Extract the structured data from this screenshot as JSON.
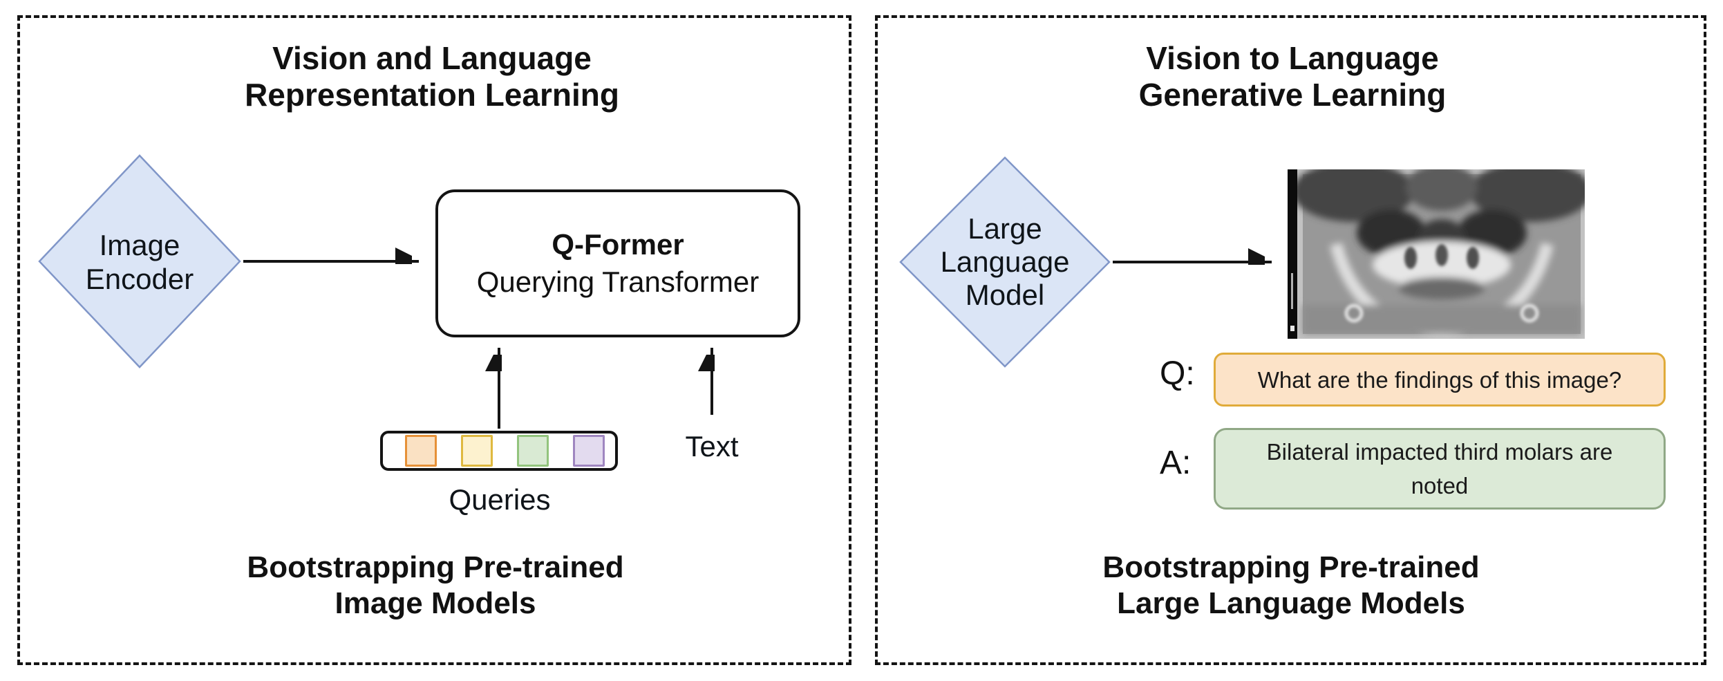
{
  "left_panel": {
    "title": [
      "Vision and Language",
      "Representation Learning"
    ],
    "image_encoder": [
      "Image",
      "Encoder"
    ],
    "qformer": {
      "title": "Q-Former",
      "subtitle": "Querying Transformer"
    },
    "text_label": "Text",
    "queries_label": "Queries",
    "caption": [
      "Bootstrapping Pre-trained",
      "Image Models"
    ],
    "query_tokens": [
      {
        "name": "orange-token",
        "fill": "#fae1c3",
        "border": "#e69138"
      },
      {
        "name": "yellow-token",
        "fill": "#fdf2cf",
        "border": "#dfb93f"
      },
      {
        "name": "green-token",
        "fill": "#d9ead3",
        "border": "#93c47d"
      },
      {
        "name": "purple-token",
        "fill": "#e3dbef",
        "border": "#9f86c0"
      }
    ]
  },
  "right_panel": {
    "title": [
      "Vision to Language",
      "Generative Learning"
    ],
    "llm": [
      "Large",
      "Language",
      "Model"
    ],
    "q_label": "Q:",
    "q_text": "What are the findings of this image?",
    "a_label": "A:",
    "a_text": [
      "Bilateral impacted third molars are",
      "noted"
    ],
    "caption": [
      "Bootstrapping Pre-trained",
      "Large Language Models"
    ]
  },
  "colors": {
    "diamond_fill": "#dbe5f6",
    "diamond_border": "#8096c8",
    "q_fill": "#fce3c8",
    "q_border": "#e0ab3a",
    "a_fill": "#dcead7",
    "a_border": "#90a886",
    "arrow": "#141414",
    "panel_border": "#141414"
  }
}
